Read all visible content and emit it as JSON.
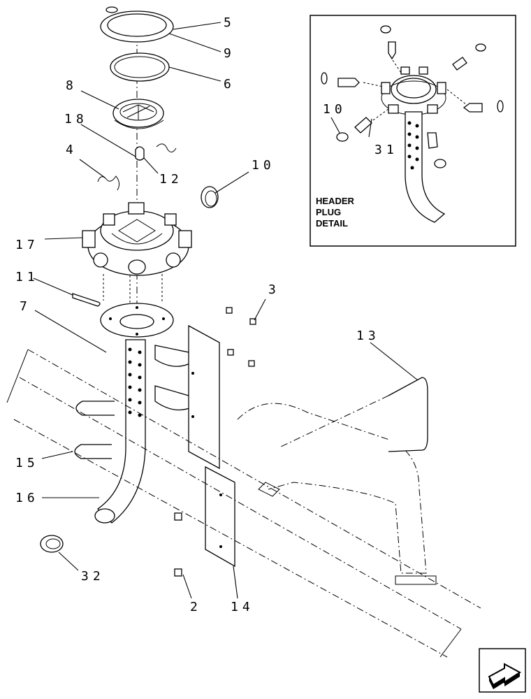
{
  "callouts": [
    {
      "id": "c5",
      "text": "5"
    },
    {
      "id": "c9",
      "text": "9"
    },
    {
      "id": "c6",
      "text": "6"
    },
    {
      "id": "c8",
      "text": "8"
    },
    {
      "id": "c18",
      "text": "18"
    },
    {
      "id": "c4",
      "text": "4"
    },
    {
      "id": "c12",
      "text": "12"
    },
    {
      "id": "c10",
      "text": "10"
    },
    {
      "id": "c17",
      "text": "17"
    },
    {
      "id": "c11",
      "text": "11"
    },
    {
      "id": "c3",
      "text": "3"
    },
    {
      "id": "c7",
      "text": "7"
    },
    {
      "id": "c13",
      "text": "13"
    },
    {
      "id": "c15",
      "text": "15"
    },
    {
      "id": "c16",
      "text": "16"
    },
    {
      "id": "c32",
      "text": "32"
    },
    {
      "id": "c2",
      "text": "2"
    },
    {
      "id": "c14",
      "text": "14"
    },
    {
      "id": "d10",
      "text": "10"
    },
    {
      "id": "d31",
      "text": "31"
    }
  ],
  "detail_box": {
    "title_lines": [
      "HEADER",
      "PLUG",
      "DETAIL"
    ]
  },
  "nav": {
    "icon": "page-turn-arrow-icon"
  }
}
